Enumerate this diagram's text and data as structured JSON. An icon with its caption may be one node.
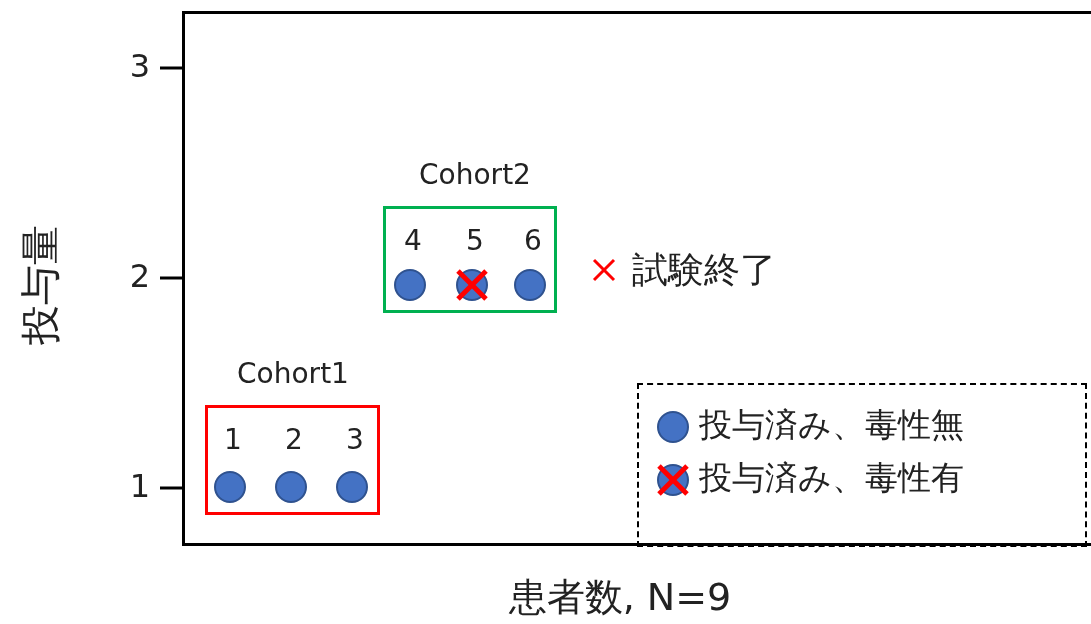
{
  "diagram": {
    "nodes": [
      {
        "text": [
          "Cohort1",
          "1",
          "2",
          "3"
        ]
      },
      {
        "text": [
          "Cohort2",
          "4",
          "5",
          "6"
        ]
      }
    ],
    "labels": [
      "3",
      "2",
      "1",
      "投与量",
      "試験終了",
      "患者数, N=9"
    ],
    "legend": [
      {
        "text": "投与済み、毒性無"
      },
      {
        "text": "投与済み、毒性有"
      }
    ]
  }
}
